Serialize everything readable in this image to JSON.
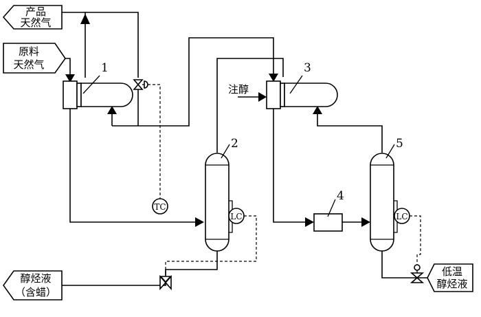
{
  "streams": {
    "product_gas": {
      "line1": "产品",
      "line2": "天然气"
    },
    "feed_gas": {
      "line1": "原料",
      "line2": "天然气"
    },
    "methanol_injection": "注醇",
    "methanol_hc_wax": {
      "line1": "醇烃液",
      "line2": "（含蜡）"
    },
    "low_temp_methanol_hc": {
      "line1": "低温",
      "line2": "醇烃液"
    }
  },
  "equipment": {
    "hx1": "1",
    "sep2": "2",
    "hx3": "3",
    "chiller4": "4",
    "sep5": "5"
  },
  "instruments": {
    "tc": "TC",
    "lc": "LC"
  }
}
